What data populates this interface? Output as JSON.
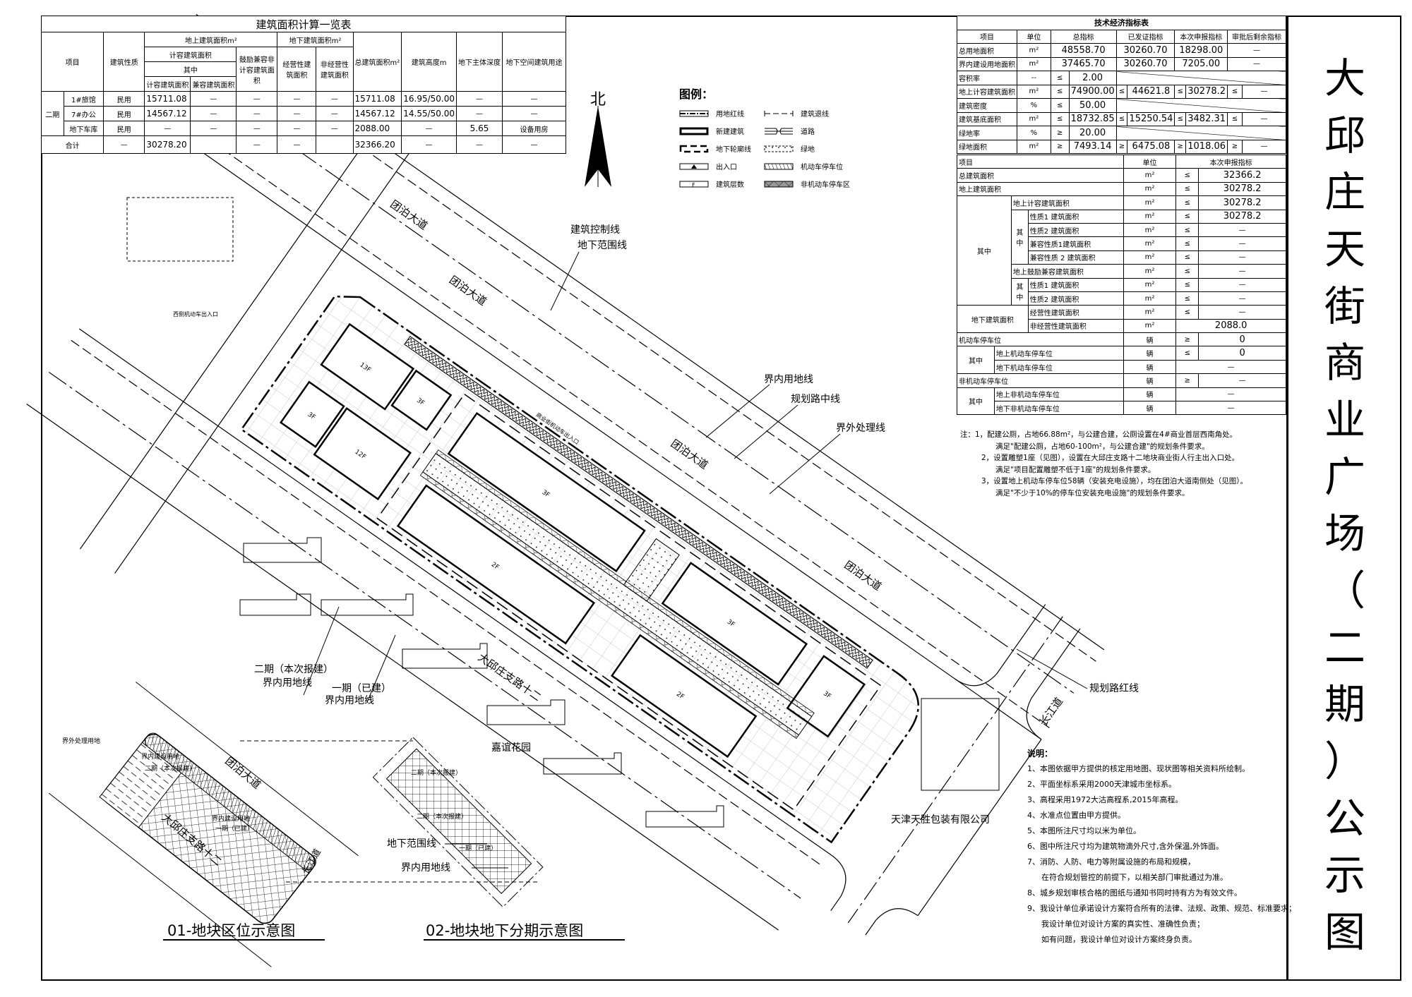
{
  "title_chars": [
    "大",
    "邱",
    "庄",
    "天",
    "街",
    "商",
    "业",
    "广",
    "场",
    "（",
    "二",
    "期",
    "）",
    "公",
    "示",
    "图"
  ],
  "area_table": {
    "title": "建筑面积计算一览表",
    "h_item": "项目",
    "h_nature": "建筑性质",
    "h_above": "地上建筑面积m²",
    "h_below": "地下建筑面积m²",
    "h_far_area": "计容建筑面积",
    "h_of_which": "其中",
    "h_far": "计容建筑面积",
    "h_compat": "兼容建筑面积",
    "h_encourage": "鼓励兼容非计容建筑面积",
    "h_business": "经营性建筑面积",
    "h_nonbusiness": "非经营性建筑面积",
    "h_total": "总建筑面积m²",
    "h_height": "建筑高度m",
    "h_depth": "地下主体深度",
    "h_use": "地下空间建筑用途",
    "phase": "二期",
    "rows": [
      {
        "name": "1#旅馆",
        "nature": "民用",
        "far": "15711.08",
        "compat": "—",
        "encourage": "—",
        "business": "—",
        "nonbusiness": "—",
        "total": "15711.08",
        "height": "16.95/50.00",
        "depth": "—",
        "use": "—"
      },
      {
        "name": "7#办公",
        "nature": "民用",
        "far": "14567.12",
        "compat": "—",
        "encourage": "—",
        "business": "—",
        "nonbusiness": "—",
        "total": "14567.12",
        "height": "14.55/50.00",
        "depth": "—",
        "use": "—"
      },
      {
        "name": "地下车库",
        "nature": "民用",
        "far": "—",
        "compat": "—",
        "encourage": "—",
        "business": "—",
        "nonbusiness": "—",
        "total": "2088.00",
        "height": "—",
        "depth": "5.65",
        "use": "设备用房"
      }
    ],
    "sum": {
      "name": "合计",
      "nature": "—",
      "far": "30278.20",
      "compat": "",
      "encourage": "—",
      "business": "—",
      "nonbusiness": "",
      "total": "32366.20",
      "height": "—",
      "depth": "—",
      "use": "—"
    }
  },
  "tech_table": {
    "title": "技术经济指标表",
    "headers": [
      "项目",
      "单位",
      "总指标",
      "已发证指标",
      "本次申报指标",
      "审批后剩余指标"
    ],
    "rows": [
      {
        "item": "总用地面积",
        "unit": "m²",
        "total": "48558.70",
        "issued": "30260.70",
        "current": "18298.00",
        "remain": "—"
      },
      {
        "item": "界内建设用地面积",
        "unit": "m²",
        "total": "37465.70",
        "issued": "30260.70",
        "current": "7205.00",
        "remain": "—"
      }
    ],
    "far": {
      "item": "容积率",
      "unit": "--",
      "op": "≤",
      "total": "2.00"
    },
    "above_far": {
      "item": "地上计容建筑面积",
      "unit": "m²",
      "op": "≤",
      "total": "74900.00",
      "issued": "44621.8",
      "current": "30278.2",
      "remain": "—"
    },
    "density": {
      "item": "建筑密度",
      "unit": "%",
      "op": "≤",
      "total": "50.00"
    },
    "footprint": {
      "item": "建筑基底面积",
      "unit": "m²",
      "op": "≤",
      "total": "18732.85",
      "issued": "15250.54",
      "current": "3482.31",
      "remain": "—"
    },
    "green_rate": {
      "item": "绿地率",
      "unit": "%",
      "op": "≥",
      "total": "20.00"
    },
    "green_area": {
      "item": "绿地面积",
      "unit": "m²",
      "op": "≥",
      "total": "7493.14",
      "issued": "6475.08",
      "current": "1018.06",
      "remain": "—"
    }
  },
  "tech2": {
    "h_item": "项目",
    "h_unit": "单位",
    "h_current": "本次申报指标",
    "total_area": {
      "item": "总建筑面积",
      "unit": "m²",
      "op": "≤",
      "val": "32366.2"
    },
    "above_area": {
      "item": "地上建筑面积",
      "unit": "m²",
      "op": "≤",
      "val": "30278.2"
    },
    "of_which": "其中",
    "above_far": {
      "item": "地上计容建筑面积",
      "unit": "m²",
      "op": "≤",
      "val": "30278.2"
    },
    "n1": {
      "item": "性质1 建筑面积",
      "unit": "m²",
      "op": "≤",
      "val": "30278.2"
    },
    "n2": {
      "item": "性质2 建筑面积",
      "unit": "m²",
      "op": "≤",
      "val": "—"
    },
    "c1": {
      "item": "兼容性质1建筑面积",
      "unit": "m²",
      "op": "≤",
      "val": "—"
    },
    "c2": {
      "item": "兼容性质 2 建筑面积",
      "unit": "m²",
      "op": "≤",
      "val": "—"
    },
    "enc": {
      "item": "地上鼓励兼容建筑面积",
      "unit": "m²",
      "op": "≤",
      "val": "—"
    },
    "e1": {
      "item": "性质1 建筑面积",
      "unit": "m²",
      "op": "≤",
      "val": "—"
    },
    "e2": {
      "item": "性质2 建筑面积",
      "unit": "m²",
      "op": "≤",
      "val": "—"
    },
    "below": "地下建筑面积",
    "b1": {
      "item": "经营性建筑面积",
      "unit": "m²",
      "op": "≤",
      "val": "—"
    },
    "b2": {
      "item": "非经营性建筑面积",
      "unit": "m²",
      "val": "2088.0"
    },
    "car": {
      "item": "机动车停车位",
      "unit": "辆",
      "op": "≥",
      "val": "0"
    },
    "car1": {
      "item": "地上机动车停车位",
      "unit": "辆",
      "op": "≤",
      "val": "0"
    },
    "car2": {
      "item": "地下机动车停车位",
      "unit": "辆",
      "val": "—"
    },
    "bike": {
      "item": "非机动车停车位",
      "unit": "辆",
      "op": "≥",
      "val": "—"
    },
    "bike1": {
      "item": "地上非机动车停车位",
      "unit": "辆",
      "val": "—"
    },
    "bike2": {
      "item": "地下非机动车停车位",
      "unit": "辆",
      "val": "—"
    }
  },
  "notes": [
    "注：1，配建公厕，占地66.88m²，与公建合建，公厕设置在4#商业首层西南角处。",
    "满足\"配建公厕，占地60-100m²，与公建合建\"的规划条件要求。",
    "2，设置雕塑1座（见图），设置在大邱庄支路十二地块商业街人行主出入口处。",
    "满足\"项目配置雕塑不低于1座\"的规划条件要求。",
    "3，设置地上机动车停车位58辆（安装充电设施），均在团泊大道南侧处（见图）。",
    "满足\"不少于10%的停车位安装充电设施\"的规划条件要求。"
  ],
  "legend": {
    "title": "图例：",
    "items": [
      "用地红线",
      "建筑退线",
      "新建建筑",
      "道路",
      "地下轮廓线",
      "绿地",
      "出入口",
      "机动车停车位",
      "建筑层数",
      "非机动车停车区"
    ],
    "floor_symbol": "F"
  },
  "north": "北",
  "plan_labels": {
    "road_tuanbo": "团泊大道",
    "road_changjiang": "长江道",
    "road_daqiuzhuang": "大邱庄支路十二",
    "control_line": "建筑控制线",
    "underground_line": "地下范围线",
    "inner_line": "界内用地线",
    "road_center": "规划路中线",
    "outer_line": "界外处理线",
    "road_red": "规划路红线",
    "phase2": "二期（本次报建）",
    "phase2_line": "界内用地线",
    "phase1": "一期（已建）",
    "phase1_line": "界内用地线",
    "garden": "嘉谊花园",
    "company": "天津天胜包装有限公司",
    "west_entry": "西侧机动车出入口",
    "north_entry": "商业街机动车出入口",
    "floors_3f": "3F",
    "floors_2f": "2F",
    "floors_13f": "13F",
    "floors_12f": "12F"
  },
  "inset1": {
    "title": "01-地块区位示意图",
    "outer_use": "界外处理用地",
    "inner_use": "界内建设用地",
    "phase2": "二期（本次报建）",
    "inner_use2": "界内建设用地",
    "phase1": "一期（已建）",
    "road1": "团泊大道",
    "road2": "大邱庄支路十二",
    "road3": "长江道"
  },
  "inset2": {
    "title": "02-地块地下分期示意图",
    "phase2a": "二期（本次报建）",
    "phase2b": "二期（本次报建）",
    "phase1": "一期（已建）",
    "underground": "地下范围线",
    "inner": "界内用地线"
  },
  "explanation": {
    "title": "说明：",
    "items": [
      "1、本图依据甲方提供的核定用地图、现状图等相关资料所绘制。",
      "2、平面坐标系采用2000天津城市坐标系。",
      "3、高程采用1972大沽高程系,2015年高程。",
      "4、水准点位置由甲方提供。",
      "5、本图所注尺寸均以米为单位。",
      "6、图中所注尺寸均为建筑物滴外尺寸,含外保温,外饰面。",
      "7、消防、人防、电力等附属设施的布局和规模，",
      "在符合规划管控的前提下，以相关部门审批通过为准。",
      "8、城乡规划审核合格的图纸与通知书同时持有方为有效文件。",
      "9、我设计单位承诺设计方案符合所有的法律、法规、政策、规范、标准要求；",
      "我设计单位对设计方案的真实性、准确性负责；",
      "如有问题，我设计单位对设计方案终身负责。"
    ]
  },
  "colors": {
    "line": "#000000",
    "paper": "#ffffff",
    "grid": "#bdbdbd"
  }
}
